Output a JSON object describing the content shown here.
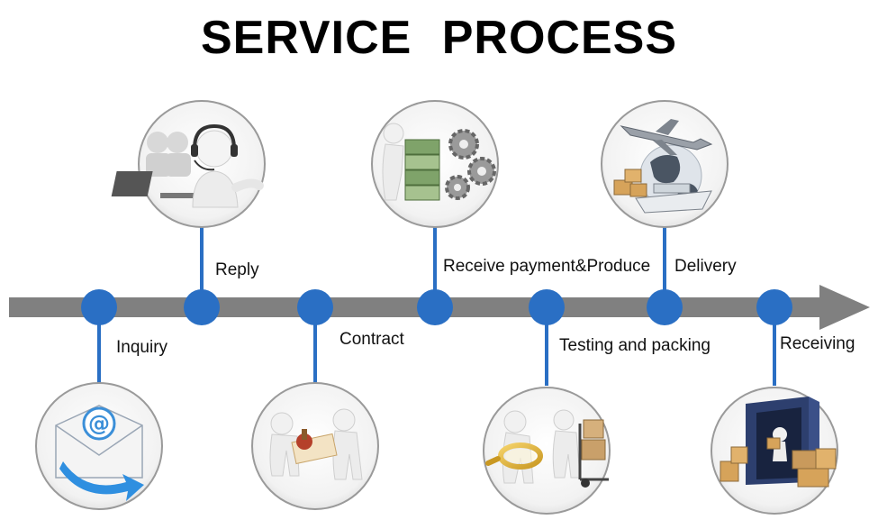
{
  "title": "SERVICE PROCESS",
  "colors": {
    "timeline": "#808080",
    "step_dot": "#2a6fc4",
    "connector": "#2a6fc4",
    "title_text": "#000000"
  },
  "steps": [
    {
      "label": "Inquiry",
      "icon": "email-icon",
      "position": "below"
    },
    {
      "label": "Reply",
      "icon": "headset-icon",
      "position": "above"
    },
    {
      "label": "Contract",
      "icon": "contract-stamp-icon",
      "position": "below"
    },
    {
      "label": "Receive payment&Produce",
      "icon": "money-gears-icon",
      "position": "above"
    },
    {
      "label": "Testing and packing",
      "icon": "testing-packing-icon",
      "position": "below"
    },
    {
      "label": "Delivery",
      "icon": "delivery-icon",
      "position": "above"
    },
    {
      "label": "Receiving",
      "icon": "receiving-container-icon",
      "position": "below"
    }
  ]
}
